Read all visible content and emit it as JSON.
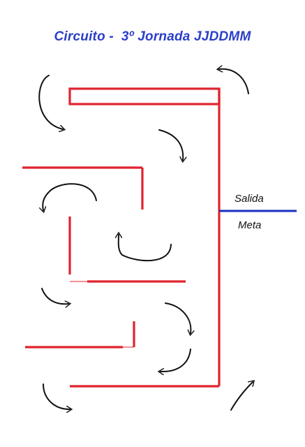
{
  "title": "Circuito -  3º Jornada JJDDMM",
  "start_label": "Salida",
  "finish_label": "Meta",
  "colors": {
    "title": "#2b3fc8",
    "walls": "#e0232e",
    "start_line": "#1a2fbf",
    "arrows": "#111111"
  },
  "arrow_icons": [
    "curved-arrow-icon"
  ]
}
